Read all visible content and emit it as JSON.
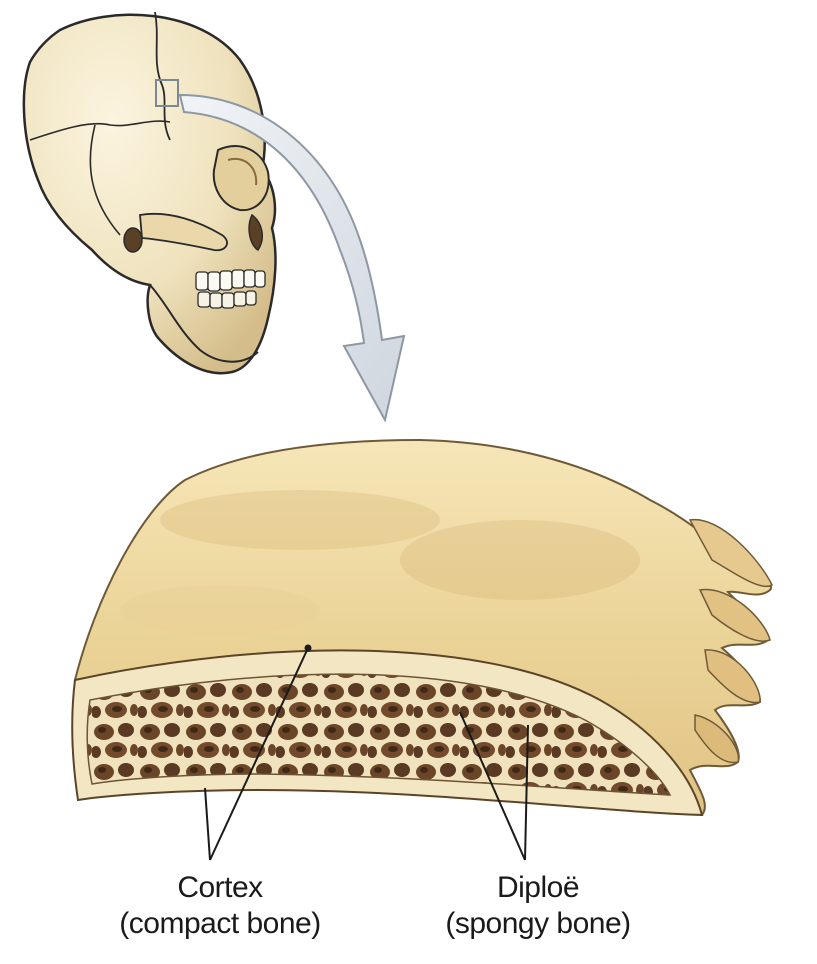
{
  "labels": {
    "cortex": {
      "name": "Cortex",
      "detail": "(compact bone)"
    },
    "diploe": {
      "name": "Diploë",
      "detail": "(spongy bone)"
    }
  },
  "colors": {
    "bone_light": "#f3e6c2",
    "bone_mid": "#e8d39c",
    "bone_shadow": "#c9a46b",
    "spongy_dark": "#5a3a22",
    "arrow_fill": "#dde3ea",
    "outline": "#2a2a2a"
  },
  "icons": [
    "skull-illustration",
    "curved-arrow",
    "bone-cross-section"
  ]
}
